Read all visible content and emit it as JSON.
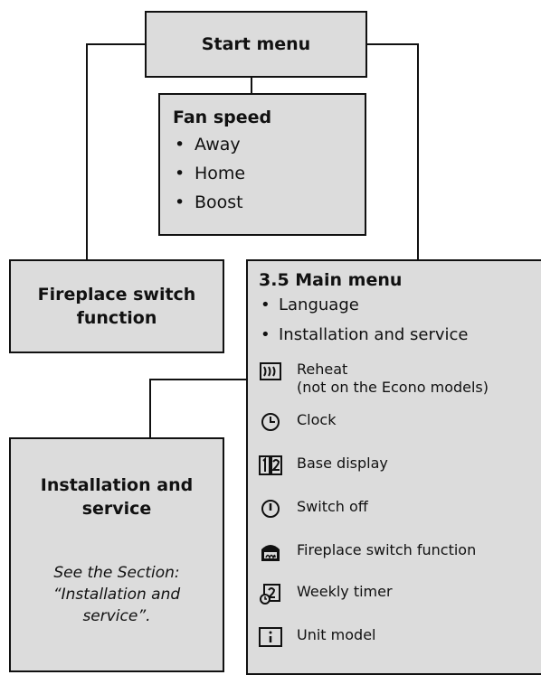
{
  "start_menu": {
    "title": "Start menu"
  },
  "fan_speed": {
    "title": "Fan speed",
    "items": [
      "Away",
      "Home",
      "Boost"
    ]
  },
  "fireplace_box": {
    "line1": "Fireplace switch",
    "line2": "function"
  },
  "main_menu": {
    "title": "3.5 Main menu",
    "bullets": [
      "Language",
      "Installation and service"
    ],
    "items": [
      {
        "icon": "reheat-icon",
        "label": "Reheat",
        "sub": "(not on the Econo models)"
      },
      {
        "icon": "clock-icon",
        "label": "Clock"
      },
      {
        "icon": "base-display-icon",
        "label": "Base display"
      },
      {
        "icon": "switch-off-icon",
        "label": "Switch off"
      },
      {
        "icon": "fireplace-icon",
        "label": "Fireplace switch function"
      },
      {
        "icon": "weekly-timer-icon",
        "label": "Weekly timer"
      },
      {
        "icon": "unit-model-icon",
        "label": "Unit model"
      }
    ]
  },
  "install_box": {
    "title_line1": "Installation and",
    "title_line2": "service",
    "note_line1": "See the Section:",
    "note_line2": "“Installation and",
    "note_line3": "service”."
  }
}
